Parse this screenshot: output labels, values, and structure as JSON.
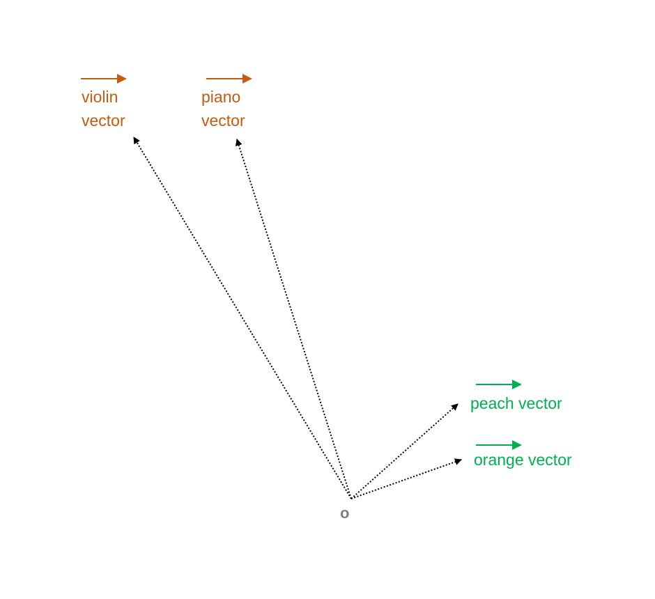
{
  "colors": {
    "music": "#c55a11",
    "fruit": "#00b050",
    "arrow": "#000000",
    "origin_text": "#808080"
  },
  "origin": {
    "label": "o"
  },
  "vectors": [
    {
      "id": "violin",
      "group": "music",
      "label_lines": [
        "violin",
        "vector"
      ]
    },
    {
      "id": "piano",
      "group": "music",
      "label_lines": [
        "piano",
        "vector"
      ]
    },
    {
      "id": "peach",
      "group": "fruit",
      "label_lines": [
        "peach vector"
      ]
    },
    {
      "id": "orange",
      "group": "fruit",
      "label_lines": [
        "orange vector"
      ]
    }
  ]
}
